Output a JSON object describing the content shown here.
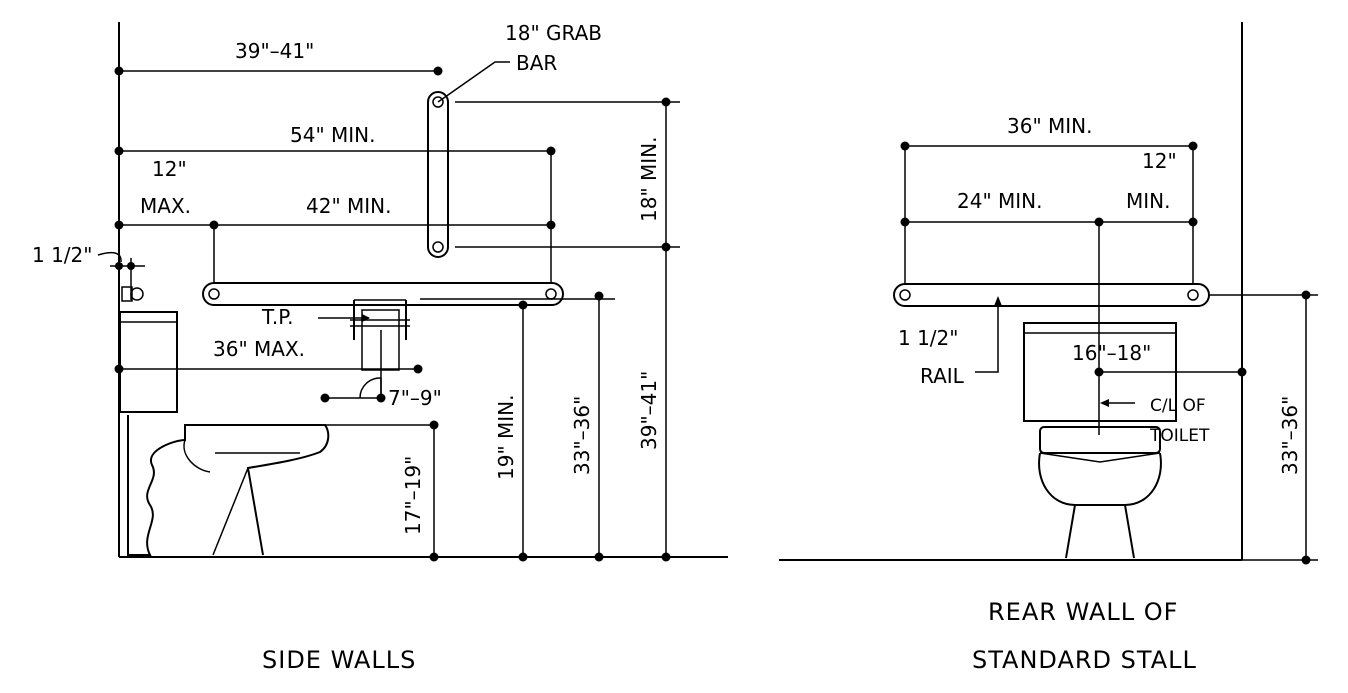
{
  "side": {
    "title": "SIDE WALLS",
    "dim_top": "39\"–41\"",
    "grab_line1": "18\" GRAB",
    "grab_line2": "BAR",
    "dim_54": "54\" MIN.",
    "dim_12_a": "12\"",
    "dim_12_b": "MAX.",
    "dim_42": "42\" MIN.",
    "dim_1half": "1 1/2\"",
    "tp": "T.P.",
    "dim_36max": "36\" MAX.",
    "dim_79": "7\"–9\"",
    "dim_1719": "17\"–19\"",
    "dim_19min": "19\" MIN.",
    "dim_3336": "33\"–36\"",
    "dim_3941": "39\"–41\"",
    "dim_18min": "18\" MIN."
  },
  "rear": {
    "title_line1": "REAR WALL OF",
    "title_line2": "STANDARD STALL",
    "dim_36": "36\" MIN.",
    "dim_24": "24\" MIN.",
    "dim_12_a": "12\"",
    "dim_12_b": "MIN.",
    "rail_line1": "1 1/2\"",
    "rail_line2": "RAIL",
    "dim_1618": "16\"–18\"",
    "cl_line1": "C/L OF",
    "cl_line2": "TOILET",
    "dim_3336": "33\"–36\""
  }
}
